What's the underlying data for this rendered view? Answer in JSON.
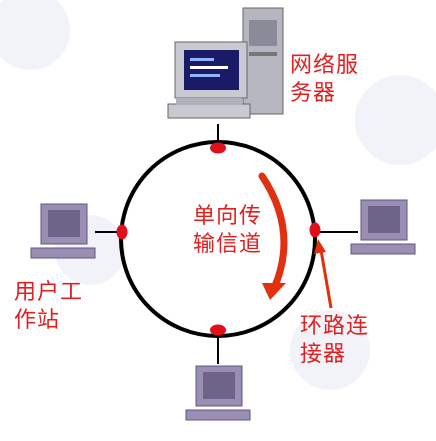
{
  "labels": {
    "server": [
      "网络服",
      "务器"
    ],
    "channel": [
      "单向传",
      "输信道"
    ],
    "workstation": [
      "用户工",
      "作站"
    ],
    "connector": [
      "环路连",
      "接器"
    ]
  },
  "colors": {
    "label_text": "#e02020",
    "ring": "#000000",
    "connector_dot": "#e0101a",
    "flow_arrow": "#e03010",
    "computer_body": "#9a8fb3",
    "computer_dark": "#6e6488",
    "screen": "#1a1a66"
  },
  "icons": {
    "server": "desktop-tower-computer-icon",
    "workstation": "desktop-computer-icon"
  }
}
